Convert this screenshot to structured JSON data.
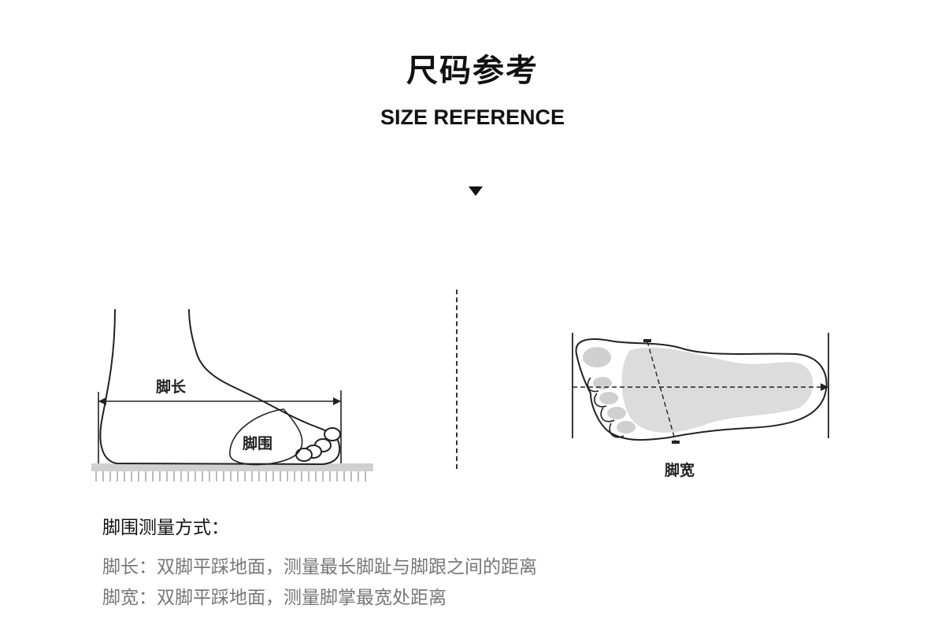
{
  "header": {
    "title_cn": "尺码参考",
    "title_en": "SIZE REFERENCE"
  },
  "diagram": {
    "side_view": {
      "length_label": "脚长",
      "girth_label": "脚围"
    },
    "sole_view": {
      "width_label": "脚宽"
    }
  },
  "instructions": {
    "heading": "脚围测量方式：",
    "items": [
      {
        "label": "脚长：",
        "text": "双脚平踩地面，测量最长脚趾与脚跟之间的距离"
      },
      {
        "label": "脚宽：",
        "text": "双脚平踩地面，测量脚掌最宽处距离"
      }
    ]
  },
  "colors": {
    "text": "#111111",
    "muted_text": "#777777",
    "sole_fill": "#dcdcdc",
    "ground": "#d0d0d0"
  }
}
